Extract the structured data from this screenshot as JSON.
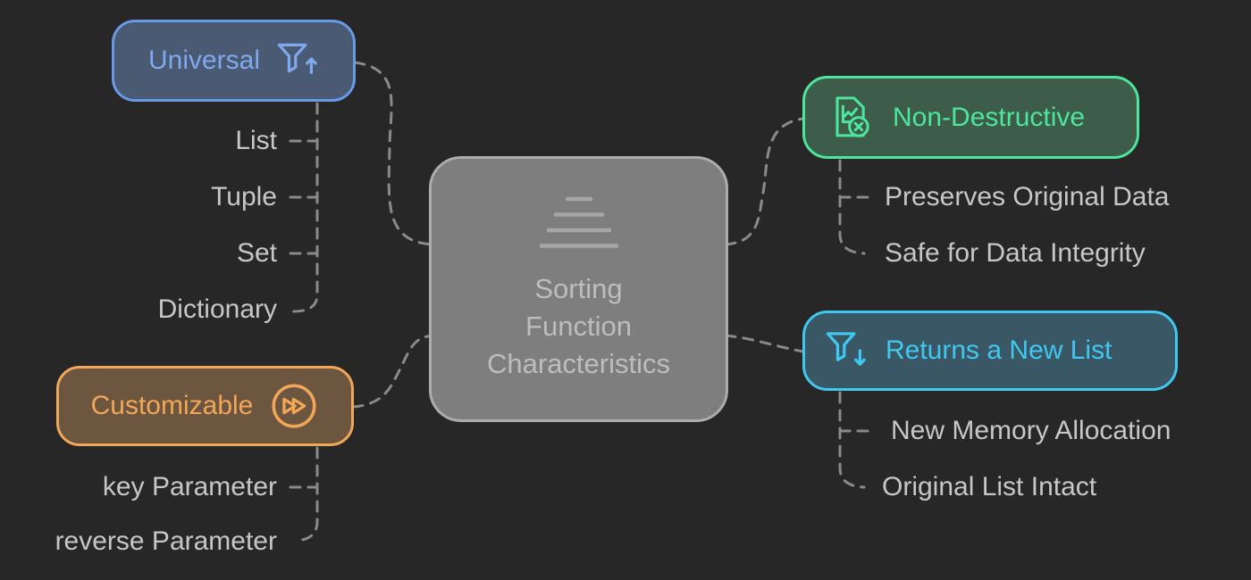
{
  "center": {
    "icon": "sorted-lines-icon",
    "lines": [
      "Sorting",
      "Function",
      "Characteristics"
    ]
  },
  "branches": [
    {
      "label": "Universal",
      "icon": "filter-up-icon",
      "children": [
        "List",
        "Tuple",
        "Set",
        "Dictionary"
      ]
    },
    {
      "label": "Customizable",
      "icon": "fast-forward-icon",
      "children": [
        "key Parameter",
        "reverse Parameter"
      ]
    },
    {
      "label": "Non-Destructive",
      "icon": "file-chart-x-icon",
      "children": [
        "Preserves Original Data",
        "Safe for Data Integrity"
      ]
    },
    {
      "label": "Returns a New List",
      "icon": "filter-down-icon",
      "children": [
        "New Memory Allocation",
        "Original List Intact"
      ]
    }
  ],
  "colors": {
    "bg": "#272727",
    "wire": "#8a8a8a",
    "leaf": "#c7c7c7",
    "centerFill": "#7e7e7e",
    "centerBorder": "#acacac",
    "centerText": "#bdbdbd",
    "centerIcon": "#a6a6a6",
    "blueBorder": "#699ae8",
    "blueFill": "#4a5a73",
    "blueText": "#7fa9ef",
    "greenBorder": "#4ce69c",
    "greenFill": "#3d5c4a",
    "greenText": "#4ce69c",
    "cyanBorder": "#41c8f0",
    "cyanFill": "#3a5766",
    "cyanText": "#41c8f0",
    "orangeBorder": "#f2a758",
    "orangeFill": "#6d563f",
    "orangeText": "#f2a758"
  }
}
